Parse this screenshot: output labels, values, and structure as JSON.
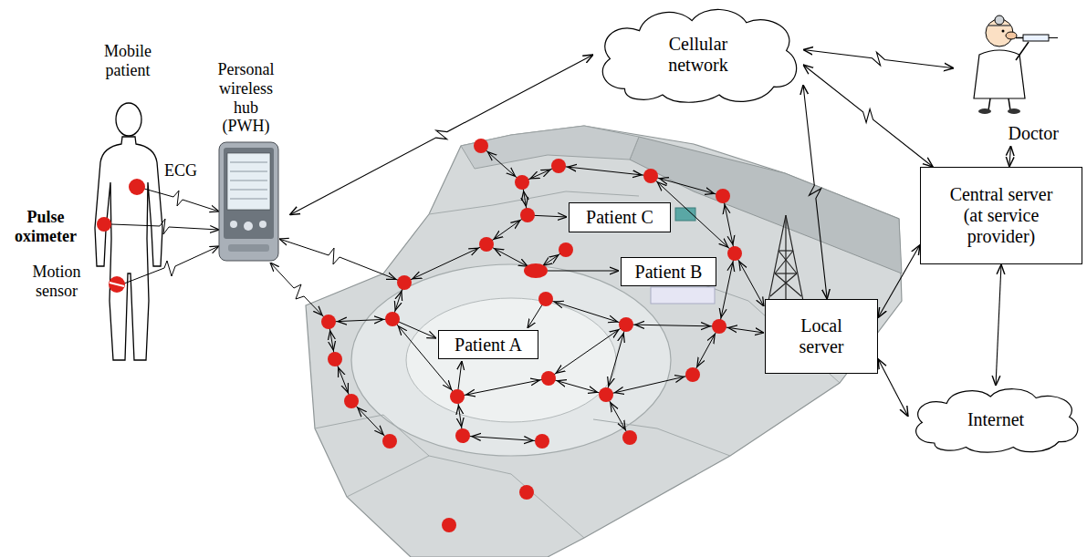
{
  "diagram": {
    "nodes": [
      {
        "text": [
          "Cellular network"
        ]
      },
      {
        "text": [
          "Doctor"
        ]
      },
      {
        "text": [
          "Personal wireless hub (PWH)"
        ]
      },
      {
        "text": [
          "Patient C"
        ]
      },
      {
        "text": [
          "Patient B"
        ]
      },
      {
        "text": [
          "Patient A"
        ]
      },
      {
        "text": [
          "Local server"
        ]
      },
      {
        "text": [
          "Central server (at service provider)"
        ]
      },
      {
        "text": [
          "Internet"
        ]
      }
    ],
    "edges": [
      {
        "from": 2,
        "to": 0,
        "arrow": "both"
      },
      {
        "from": 0,
        "to": 1,
        "arrow": "both"
      },
      {
        "from": 0,
        "to": 6,
        "arrow": "both"
      },
      {
        "from": 0,
        "to": 7,
        "arrow": "both"
      },
      {
        "from": 1,
        "to": 7,
        "arrow": "both"
      },
      {
        "from": 6,
        "to": 7,
        "arrow": "both"
      },
      {
        "from": 6,
        "to": 8,
        "arrow": "both"
      },
      {
        "from": 7,
        "to": 8,
        "arrow": "both"
      }
    ],
    "labels": [
      "Mobile patient",
      "ECG",
      "Pulse oximeter",
      "Motion sensor"
    ]
  }
}
